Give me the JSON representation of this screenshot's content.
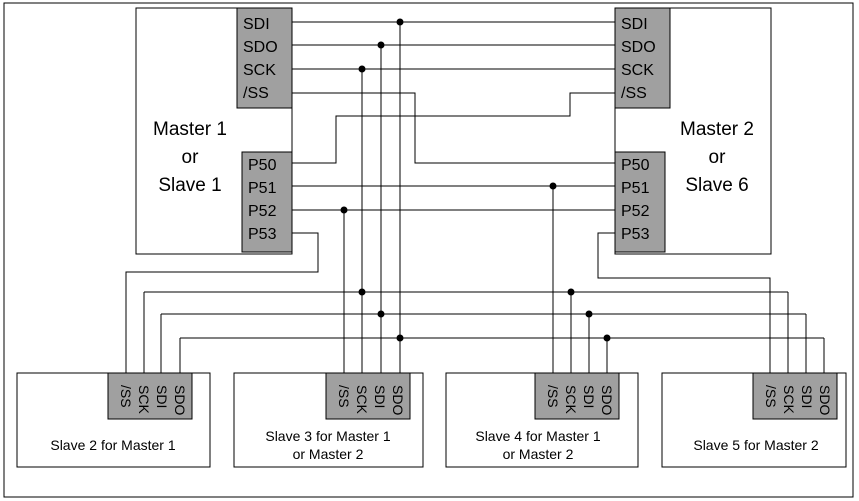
{
  "colors": {
    "pin_block": "#a0a0a0",
    "wire": "#000000",
    "border": "#000000",
    "background": "#ffffff"
  },
  "master1": {
    "line1": "Master 1",
    "line2": "or",
    "line3": "Slave 1"
  },
  "master2": {
    "line1": "Master 2",
    "line2": "or",
    "line3": "Slave 6"
  },
  "spi_pins": [
    "SDI",
    "SDO",
    "SCK",
    "/SS"
  ],
  "port_pins": [
    "P50",
    "P51",
    "P52",
    "P53"
  ],
  "slave_pins": [
    "/SS",
    "SCK",
    "SDI",
    "SDO"
  ],
  "slave2": {
    "line1": "Slave 2 for Master 1",
    "line2": ""
  },
  "slave3": {
    "line1": "Slave 3 for Master 1",
    "line2": "or Master 2"
  },
  "slave4": {
    "line1": "Slave 4 for Master 1",
    "line2": "or Master 2"
  },
  "slave5": {
    "line1": "Slave 5 for Master 2",
    "line2": ""
  }
}
